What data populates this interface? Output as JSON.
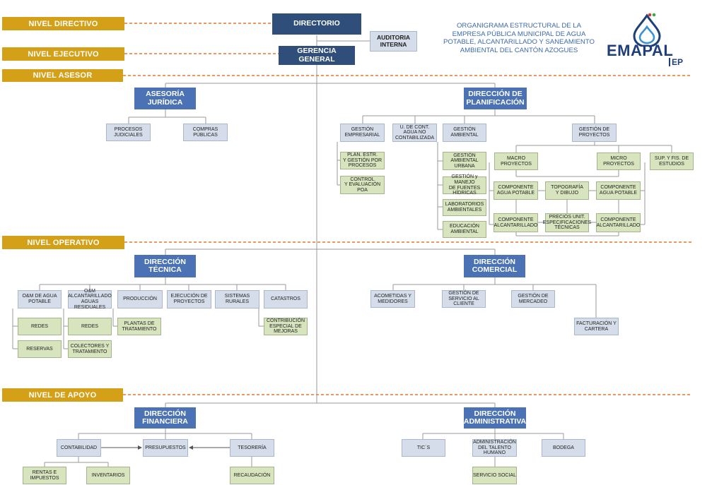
{
  "header": {
    "title_lines": [
      "ORGANIGRAMA ESTRUCTURAL DE LA",
      "EMPRESA PÚBLICA MUNICIPAL DE AGUA",
      "POTABLE, ALCANTARILLADO Y SANEAMIENTO",
      "AMBIENTAL DEL CANTÓN AZOGUES"
    ],
    "logo_text": "EMAPAL",
    "logo_suffix": "EP"
  },
  "levels": {
    "directivo": "NIVEL DIRECTIVO",
    "ejecutivo": "NIVEL EJECUTIVO",
    "asesor": "NIVEL ASESOR",
    "operativo": "NIVEL OPERATIVO",
    "apoyo": "NIVEL DE APOYO"
  },
  "top": {
    "directorio": "DIRECTORIO",
    "auditoria": "AUDITORIA\nINTERNA",
    "gerencia": "GERENCIA\nGENERAL"
  },
  "asesor": {
    "juridica": "ASESORÍA\nJURÍDICA",
    "procesos": "PROCESOS\nJUDICIALES",
    "compras": "COMPRAS\nPÚBLICAS",
    "planificacion": "DIRECCIÓN DE\nPLANIFICACIÓN",
    "gestion_empresarial": "GESTIÓN\nEMPRESARIAL",
    "u_control": "U. DE CONT.\nAGUA NO\nCONTABILIZADA",
    "gestion_ambiental": "GESTIÓN\nAMBIENTAL",
    "gestion_proyectos": "GESTIÓN DE\nPROYECTOS",
    "plan_estr": "PLAN. ESTR.\nY GESTIÓN POR\nPROCESOS",
    "control_eval": "CONTROL\nY EVALUACIÓN\nPOA",
    "gestion_amb_urbana": "GESTIÓN\nAMBIENTAL\nURBANA",
    "gestion_fuentes": "GESTIÓN y MANEJO\nDE FUENTES\nHÍDRICAS",
    "laboratorios": "LABORATORIOS\nAMBIENTALES",
    "educacion": "EDUCACIÓN\nAMBIENTAL",
    "macro": "MACRO\nPROYECTOS",
    "micro": "MICRO\nPROYECTOS",
    "sup_fis": "SUP. Y FIS. DE\nESTUDIOS",
    "comp_agua_1": "COMPONENTE\nAGUA POTABLE",
    "topografia": "TOPOGRAFÍA\nY DIBUJO",
    "comp_agua_2": "COMPONENTE\nAGUA POTABLE",
    "comp_alc_1": "COMPONENTE\nALCANTARILLADO",
    "precios": "PRECIOS UNIT.\nESPECIFICACIONES\nTÉCNICAS",
    "comp_alc_2": "COMPONENTE\nALCANTARILLADO"
  },
  "operativo": {
    "tecnica": "DIRECCIÓN\nTÉCNICA",
    "om_agua": "O&M DE AGUA\nPOTABLE",
    "om_alc": "O&M\nALCANTARILLADO\nAGUAS RESIDUALES",
    "produccion": "PRODUCCIÓN",
    "ejecucion": "EJECUCIÓN DE\nPROYECTOS",
    "sistemas": "SISTEMAS\nRURALES",
    "catastros": "CATASTROS",
    "redes_1": "REDES",
    "reservas": "RESERVAS",
    "redes_2": "REDES",
    "colectores": "COLECTORES Y\nTRATAMIENTO",
    "plantas": "PLANTAS DE\nTRATAMIENTO",
    "contribucion": "CONTRIBUCIÓN\nESPECIAL DE\nMEJORAS",
    "comercial": "DIRECCIÓN\nCOMERCIAL",
    "acometidas": "ACOMETIDAS Y\nMEDIDORES",
    "servicio_cliente": "GESTIÓN DE\nSERVICIO AL\nCLIENTE",
    "mercadeo": "GESTIÓN DE\nMERCADEO",
    "facturacion": "FACTURACIÓN Y\nCARTERA"
  },
  "apoyo": {
    "financiera": "DIRECCIÓN\nFINANCIERA",
    "contabilidad": "CONTABILIDAD",
    "presupuestos": "PRESUPUESTOS",
    "tesoreria": "TESORERÍA",
    "rentas": "RENTAS E\nIMPUESTOS",
    "inventarios": "INVENTARIOS",
    "recaudacion": "RECAUDACIÓN",
    "administrativa": "DIRECCIÓN\nADMINISTRATIVA",
    "tics": "TIC´S",
    "talento": "ADMINISTRACIÓN\nDEL TALENTO\nHUMANO",
    "bodega": "BODEGA",
    "servicio_social": "SERVICIO SOCIAL"
  },
  "colors": {
    "level_band": "#d4a017",
    "level_dash": "#e8762b",
    "dark_box": "#2f4e79",
    "mid_box": "#4a72b5",
    "grey_box": "#d4dde9",
    "green_box": "#d7e4bd"
  }
}
